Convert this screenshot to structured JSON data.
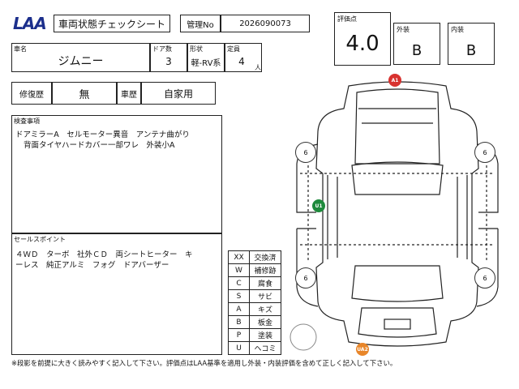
{
  "header": {
    "logo": "LAA",
    "title": "車両状態チェックシート",
    "mgmt_label": "管理No",
    "mgmt_no": "2026090073"
  },
  "grade": {
    "score_label": "評価点",
    "score": "4.0",
    "exterior_label": "外装",
    "exterior": "B",
    "interior_label": "内装",
    "interior": "B"
  },
  "vehicle": {
    "name_label": "車名",
    "name": "ジムニー",
    "doors_label": "ドア数",
    "doors": "3",
    "shape_label": "形状",
    "shape": "軽-RV系",
    "capacity_label": "定員",
    "capacity": "4",
    "capacity_unit": "人"
  },
  "history": {
    "repair_label": "修復歴",
    "repair": "無",
    "usage_label": "車歴",
    "usage": "自家用"
  },
  "inspection": {
    "label": "検査事項",
    "line1": "ドアミラーA　セルモーター異音　アンテナ曲がり",
    "line2": "背面タイヤハードカバー一部ワレ　外装小A"
  },
  "selling": {
    "label": "セールスポイント",
    "line1": "４ＷＤ　ターボ　社外ＣＤ　両シートヒーター　キ",
    "line2": "ーレス　純正アルミ　フォグ　ドアバーザー"
  },
  "legend": [
    {
      "code": "XX",
      "desc": "交換済"
    },
    {
      "code": "W",
      "desc": "補修跡"
    },
    {
      "code": "C",
      "desc": "腐食"
    },
    {
      "code": "S",
      "desc": "サビ"
    },
    {
      "code": "A",
      "desc": "キズ"
    },
    {
      "code": "B",
      "desc": "板金"
    },
    {
      "code": "P",
      "desc": "塗装"
    },
    {
      "code": "U",
      "desc": "ヘコミ"
    }
  ],
  "diagram": {
    "marks": {
      "a1": "A1",
      "u1": "U1",
      "ua2": "UA2"
    },
    "tires": {
      "fl": "6",
      "fr": "6",
      "rl": "6",
      "rr": "6"
    },
    "colors": {
      "red": "#d8322f",
      "green": "#1e8a3c",
      "orange": "#e8862a"
    }
  },
  "footer": "※段影を前提に大きく読みやすく記入して下さい。評価点はLAA基準を適用し外装・内装評価を含めて正しく記入して下さい。"
}
